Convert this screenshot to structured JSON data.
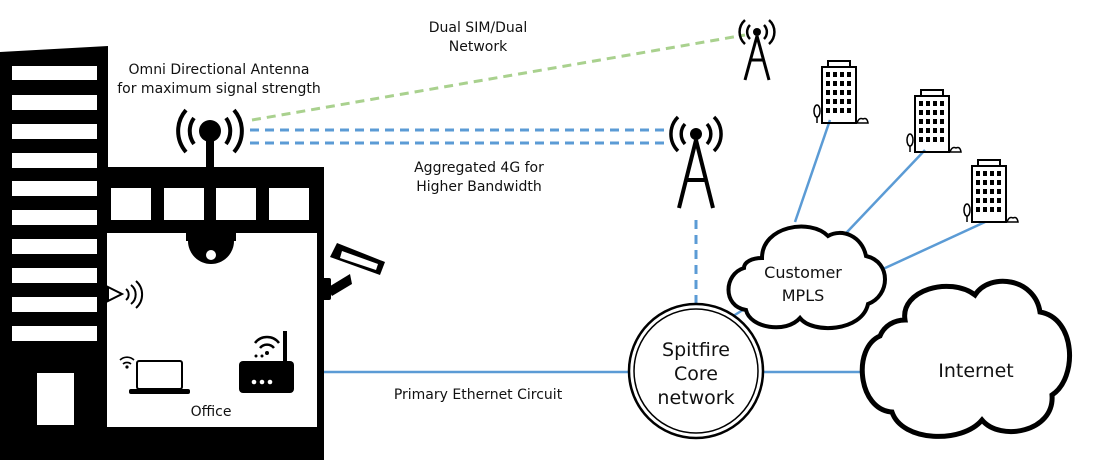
{
  "labels": {
    "omni_line1": "Omni Directional Antenna",
    "omni_line2": "for maximum  signal strength",
    "dual_line1": "Dual  SIM/Dual",
    "dual_line2": "Network",
    "agg_line1": "Aggregated 4G for",
    "agg_line2": "Higher Bandwidth",
    "office": "Office",
    "primary": "Primary  Ethernet Circuit",
    "core_line1": "Spitfire",
    "core_line2": "Core",
    "core_line3": "network",
    "mpls_line1": "Customer",
    "mpls_line2": "MPLS",
    "internet": "Internet"
  },
  "colors": {
    "ink": "#000000",
    "link_blue": "#5b9bd5",
    "link_green": "#a9d18e"
  },
  "icons": [
    "building",
    "omni-antenna",
    "dome-camera",
    "cctv-camera",
    "wifi-waves",
    "laptop",
    "router",
    "cell-tower",
    "office-building",
    "cloud"
  ]
}
